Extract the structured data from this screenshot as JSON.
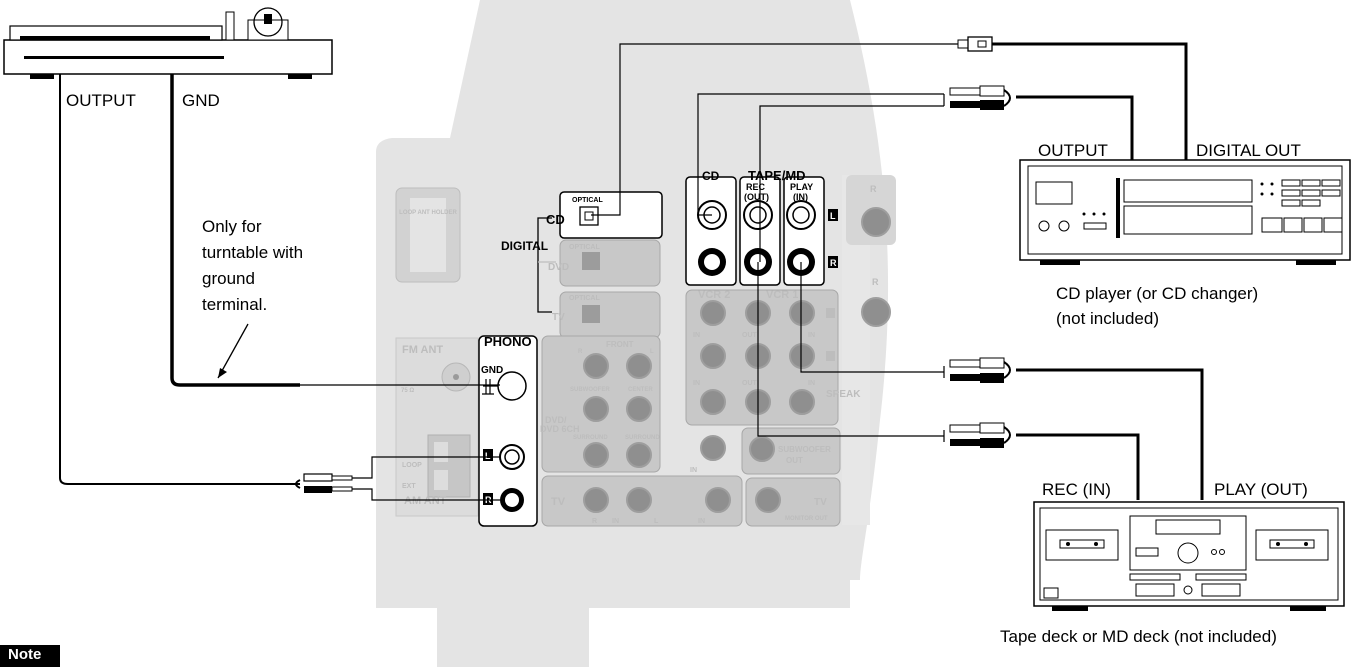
{
  "turntable": {
    "output_label": "OUTPUT",
    "gnd_label": "GND"
  },
  "ground_note": {
    "line1": "Only for",
    "line2": "turntable with",
    "line3": "ground",
    "line4": "terminal."
  },
  "receiver": {
    "loop_ant_holder": "LOOP ANT HOLDER",
    "fm_ant": "FM ANT",
    "fm_ohm": "75 Ω",
    "am_ant": "AM ANT",
    "loop": "LOOP",
    "ext": "EXT",
    "optical": "OPTICAL",
    "digital": "DIGITAL",
    "cd": "CD",
    "dvd": "DVD",
    "tv": "TV",
    "phono": "PHONO",
    "gnd": "GND",
    "tape_md": "TAPE/MD",
    "rec_out_1": "REC",
    "rec_out_2": "(OUT)",
    "play_in_1": "PLAY",
    "play_in_2": "(IN)",
    "vcr2": "VCR 2",
    "vcr1": "VCR 1",
    "in": "IN",
    "out": "OUT",
    "front": "FRONT",
    "subwoofer": "SUBWOOFER",
    "center": "CENTER",
    "dvd_6ch_1": "DVD/",
    "dvd_6ch_2": "DVD 6CH",
    "surround": "SURROUND",
    "r": "R",
    "l": "L",
    "subwoofer_out_1": "SUBWOOFER",
    "subwoofer_out_2": "OUT",
    "monitor_out": "MONITOR OUT",
    "speak": "SPEAK"
  },
  "cd_player": {
    "output_label": "OUTPUT",
    "digital_out_label": "DIGITAL OUT",
    "caption_line1": "CD player (or CD changer)",
    "caption_line2": "(not included)"
  },
  "tape_deck": {
    "rec_in_label": "REC (IN)",
    "play_out_label": "PLAY (OUT)",
    "caption": "Tape deck or MD deck (not included)"
  },
  "note": {
    "label": "Note"
  }
}
